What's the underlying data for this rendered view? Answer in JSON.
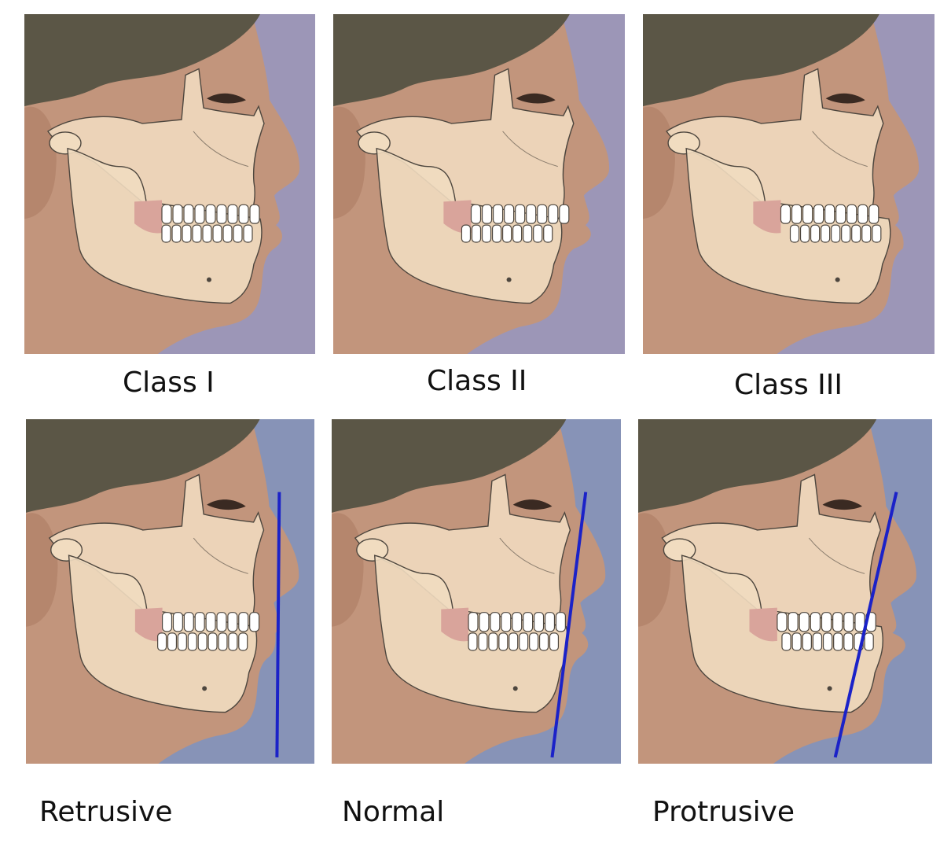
{
  "colors": {
    "background_top": "#9c96b7",
    "background_bottom": "#8793b7",
    "skin": "#c2957c",
    "hair": "#5b5646",
    "bone": "#f1dcc0",
    "bone_outline": "#4d463e",
    "teeth": "#ffffff",
    "gum": "#d9a49b",
    "profile_line": "#1b22c8"
  },
  "top_row": [
    {
      "caption": "Class I",
      "jaw_offset": 0,
      "icon": "skull-profile-icon"
    },
    {
      "caption": "Class II",
      "jaw_offset": -1,
      "icon": "skull-profile-icon"
    },
    {
      "caption": "Class III",
      "jaw_offset": 1,
      "icon": "skull-profile-icon"
    }
  ],
  "bottom_row": [
    {
      "caption": "Retrusive",
      "lip_position": -1,
      "icon": "skull-profile-icon"
    },
    {
      "caption": "Normal",
      "lip_position": 0,
      "icon": "skull-profile-icon"
    },
    {
      "caption": "Protrusive",
      "lip_position": 1,
      "icon": "skull-profile-icon"
    }
  ]
}
